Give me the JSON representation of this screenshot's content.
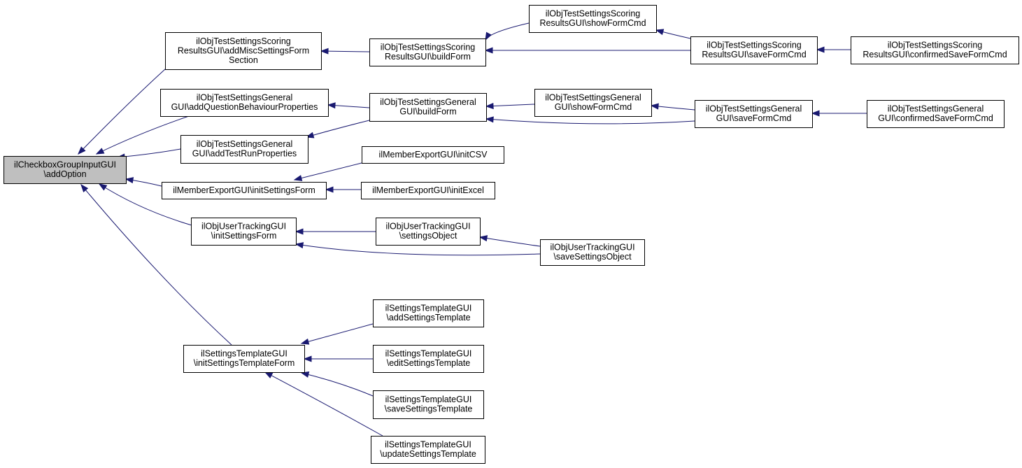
{
  "diagram": {
    "type": "caller-graph",
    "colors": {
      "edge": "#191970",
      "root_fill": "#bfbfbf",
      "node_fill": "#ffffff",
      "node_border": "#000000"
    },
    "nodes": [
      {
        "id": "root",
        "name": "ilcheckboxgroupinputgui-addoption",
        "root": true,
        "lines": [
          "ilCheckboxGroupInputGUI",
          "\\addOption"
        ]
      },
      {
        "id": "scoring_misc",
        "name": "scoring-addmiscsettingsformsection",
        "lines": [
          "ilObjTestSettingsScoring",
          "ResultsGUI\\addMiscSettingsForm",
          "Section"
        ]
      },
      {
        "id": "scoring_build",
        "name": "scoring-buildform",
        "lines": [
          "ilObjTestSettingsScoring",
          "ResultsGUI\\buildForm"
        ]
      },
      {
        "id": "scoring_show",
        "name": "scoring-showformcmd",
        "lines": [
          "ilObjTestSettingsScoring",
          "ResultsGUI\\showFormCmd"
        ]
      },
      {
        "id": "scoring_save",
        "name": "scoring-saveformcmd",
        "lines": [
          "ilObjTestSettingsScoring",
          "ResultsGUI\\saveFormCmd"
        ]
      },
      {
        "id": "scoring_confirm",
        "name": "scoring-confirmedsaveformcmd",
        "lines": [
          "ilObjTestSettingsScoring",
          "ResultsGUI\\confirmedSaveFormCmd"
        ]
      },
      {
        "id": "general_qbp",
        "name": "general-addquestionbehaviourproperties",
        "lines": [
          "ilObjTestSettingsGeneral",
          "GUI\\addQuestionBehaviourProperties"
        ]
      },
      {
        "id": "general_build",
        "name": "general-buildform",
        "lines": [
          "ilObjTestSettingsGeneral",
          "GUI\\buildForm"
        ]
      },
      {
        "id": "general_show",
        "name": "general-showformcmd",
        "lines": [
          "ilObjTestSettingsGeneral",
          "GUI\\showFormCmd"
        ]
      },
      {
        "id": "general_save",
        "name": "general-saveformcmd",
        "lines": [
          "ilObjTestSettingsGeneral",
          "GUI\\saveFormCmd"
        ]
      },
      {
        "id": "general_confirm",
        "name": "general-confirmedsaveformcmd",
        "lines": [
          "ilObjTestSettingsGeneral",
          "GUI\\confirmedSaveFormCmd"
        ]
      },
      {
        "id": "general_trp",
        "name": "general-addtestrunproperties",
        "lines": [
          "ilObjTestSettingsGeneral",
          "GUI\\addTestRunProperties"
        ]
      },
      {
        "id": "member_init",
        "name": "memberexport-initsettingsform",
        "lines": [
          "ilMemberExportGUI\\initSettingsForm"
        ]
      },
      {
        "id": "member_csv",
        "name": "memberexport-initcsv",
        "lines": [
          "ilMemberExportGUI\\initCSV"
        ]
      },
      {
        "id": "member_excel",
        "name": "memberexport-initexcel",
        "lines": [
          "ilMemberExportGUI\\initExcel"
        ]
      },
      {
        "id": "tracking_init",
        "name": "usertracking-initsettingsform",
        "lines": [
          "ilObjUserTrackingGUI",
          "\\initSettingsForm"
        ]
      },
      {
        "id": "tracking_obj",
        "name": "usertracking-settingsobject",
        "lines": [
          "ilObjUserTrackingGUI",
          "\\settingsObject"
        ]
      },
      {
        "id": "tracking_save",
        "name": "usertracking-savesettingsobject",
        "lines": [
          "ilObjUserTrackingGUI",
          "\\saveSettingsObject"
        ]
      },
      {
        "id": "tpl_init",
        "name": "settingstemplate-initsettingstemplateform",
        "lines": [
          "ilSettingsTemplateGUI",
          "\\initSettingsTemplateForm"
        ]
      },
      {
        "id": "tpl_add",
        "name": "settingstemplate-addsettingstemplate",
        "lines": [
          "ilSettingsTemplateGUI",
          "\\addSettingsTemplate"
        ]
      },
      {
        "id": "tpl_edit",
        "name": "settingstemplate-editsettingstemplate",
        "lines": [
          "ilSettingsTemplateGUI",
          "\\editSettingsTemplate"
        ]
      },
      {
        "id": "tpl_save",
        "name": "settingstemplate-savesettingstemplate",
        "lines": [
          "ilSettingsTemplateGUI",
          "\\saveSettingsTemplate"
        ]
      },
      {
        "id": "tpl_update",
        "name": "settingstemplate-updatesettingstemplate",
        "lines": [
          "ilSettingsTemplateGUI",
          "\\updateSettingsTemplate"
        ]
      }
    ],
    "edges": [
      {
        "from": "scoring_misc",
        "to": "root"
      },
      {
        "from": "general_qbp",
        "to": "root"
      },
      {
        "from": "general_trp",
        "to": "root"
      },
      {
        "from": "member_init",
        "to": "root"
      },
      {
        "from": "tracking_init",
        "to": "root"
      },
      {
        "from": "tpl_init",
        "to": "root"
      },
      {
        "from": "scoring_build",
        "to": "scoring_misc"
      },
      {
        "from": "scoring_show",
        "to": "scoring_build"
      },
      {
        "from": "scoring_save",
        "to": "scoring_build"
      },
      {
        "from": "scoring_save",
        "to": "scoring_show"
      },
      {
        "from": "scoring_confirm",
        "to": "scoring_save"
      },
      {
        "from": "general_build",
        "to": "general_qbp"
      },
      {
        "from": "general_build",
        "to": "general_trp"
      },
      {
        "from": "general_show",
        "to": "general_build"
      },
      {
        "from": "general_save",
        "to": "general_build"
      },
      {
        "from": "general_save",
        "to": "general_show"
      },
      {
        "from": "general_confirm",
        "to": "general_save"
      },
      {
        "from": "member_csv",
        "to": "member_init"
      },
      {
        "from": "member_excel",
        "to": "member_init"
      },
      {
        "from": "tracking_obj",
        "to": "tracking_init"
      },
      {
        "from": "tracking_save",
        "to": "tracking_init"
      },
      {
        "from": "tracking_save",
        "to": "tracking_obj"
      },
      {
        "from": "tpl_add",
        "to": "tpl_init"
      },
      {
        "from": "tpl_edit",
        "to": "tpl_init"
      },
      {
        "from": "tpl_save",
        "to": "tpl_init"
      },
      {
        "from": "tpl_update",
        "to": "tpl_init"
      }
    ]
  }
}
